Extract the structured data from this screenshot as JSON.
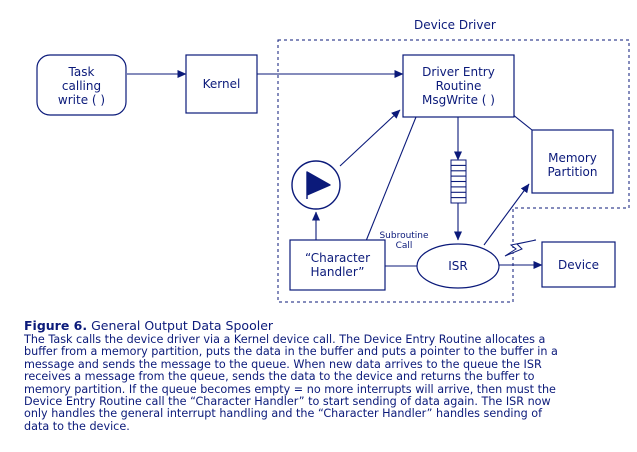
{
  "diagram": {
    "group_label": "Device Driver",
    "nodes": {
      "task": [
        "Task",
        "calling",
        "write ( )"
      ],
      "kernel": [
        "Kernel"
      ],
      "entry": [
        "Driver Entry",
        "Routine",
        "MsgWrite ( )"
      ],
      "memory": [
        "Memory",
        "Partition"
      ],
      "char_handler": [
        "“Character",
        "Handler”"
      ],
      "isr": [
        "ISR"
      ],
      "device": [
        "Device"
      ]
    },
    "edge_label": [
      "Subroutine",
      "Call"
    ]
  },
  "caption": {
    "figure_number": "Figure 6.",
    "figure_title": "General Output Data Spooler",
    "lines": [
      "The Task calls the device driver via a Kernel  device call. The Device Entry Routine allocates a",
      "buffer from a memory partition, puts the data in the buffer and puts a pointer to the buffer in a",
      "message and sends the message to the queue. When new data arrives to the queue the ISR",
      "receives a message from the queue, sends the data to the device and returns the buffer to",
      "memory partition. If the queue becomes empty = no more interrupts will arrive, then must the",
      "Device Entry Routine call the “Character Handler” to start sending of data again. The ISR now",
      "only handles the general interrupt handling and the “Character Handler” handles sending of",
      "data to the device."
    ]
  },
  "colors": {
    "ink": "#0b1a7a",
    "background": "#ffffff"
  }
}
